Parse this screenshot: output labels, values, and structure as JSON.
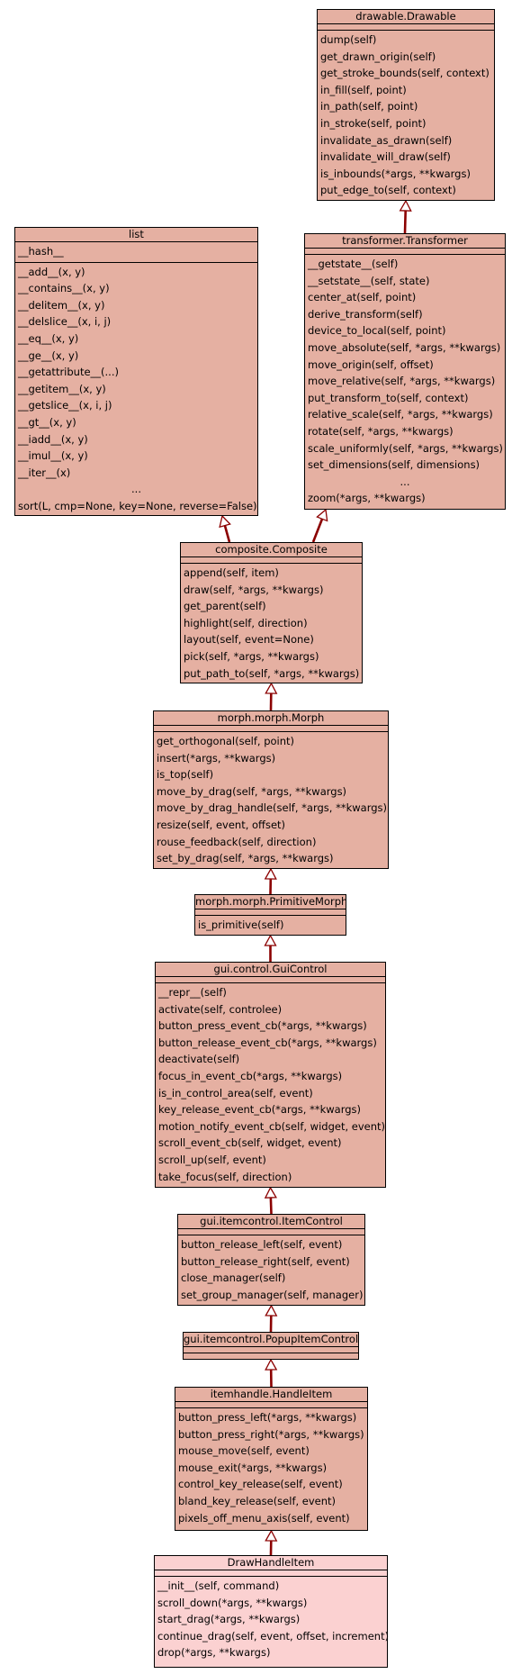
{
  "classes": [
    {
      "id": "drawable",
      "name": "drawable.Drawable",
      "methods": [
        "dump(self)",
        "get_drawn_origin(self)",
        "get_stroke_bounds(self, context)",
        "in_fill(self, point)",
        "in_path(self, point)",
        "in_stroke(self, point)",
        "invalidate_as_drawn(self)",
        "invalidate_will_draw(self)",
        "is_inbounds(*args, **kwargs)",
        "put_edge_to(self, context)"
      ]
    },
    {
      "id": "list",
      "name": "list",
      "attributes": [
        "__hash__"
      ],
      "methods": [
        "__add__(x, y)",
        "__contains__(x, y)",
        "__delitem__(x, y)",
        "__delslice__(x, i, j)",
        "__eq__(x, y)",
        "__ge__(x, y)",
        "__getattribute__(...)",
        "__getitem__(x, y)",
        "__getslice__(x, i, j)",
        "__gt__(x, y)",
        "__iadd__(x, y)",
        "__imul__(x, y)",
        "__iter__(x)",
        "...",
        "sort(L, cmp=None, key=None, reverse=False)"
      ]
    },
    {
      "id": "transformer",
      "name": "transformer.Transformer",
      "methods": [
        "__getstate__(self)",
        "__setstate__(self, state)",
        "center_at(self, point)",
        "derive_transform(self)",
        "device_to_local(self, point)",
        "move_absolute(self, *args, **kwargs)",
        "move_origin(self, offset)",
        "move_relative(self, *args, **kwargs)",
        "put_transform_to(self, context)",
        "relative_scale(self, *args, **kwargs)",
        "rotate(self, *args, **kwargs)",
        "scale_uniformly(self, *args, **kwargs)",
        "set_dimensions(self, dimensions)",
        "...",
        "zoom(*args, **kwargs)"
      ]
    },
    {
      "id": "composite",
      "name": "composite.Composite",
      "methods": [
        "append(self, item)",
        "draw(self, *args, **kwargs)",
        "get_parent(self)",
        "highlight(self, direction)",
        "layout(self, event=None)",
        "pick(self, *args, **kwargs)",
        "put_path_to(self, *args, **kwargs)"
      ]
    },
    {
      "id": "morph",
      "name": "morph.morph.Morph",
      "methods": [
        "get_orthogonal(self, point)",
        "insert(*args, **kwargs)",
        "is_top(self)",
        "move_by_drag(self, *args, **kwargs)",
        "move_by_drag_handle(self, *args, **kwargs)",
        "resize(self, event, offset)",
        "rouse_feedback(self, direction)",
        "set_by_drag(self, *args, **kwargs)"
      ]
    },
    {
      "id": "primitive",
      "name": "morph.morph.PrimitiveMorph",
      "methods": [
        "is_primitive(self)"
      ]
    },
    {
      "id": "guicontrol",
      "name": "gui.control.GuiControl",
      "methods": [
        "__repr__(self)",
        "activate(self, controlee)",
        "button_press_event_cb(*args, **kwargs)",
        "button_release_event_cb(*args, **kwargs)",
        "deactivate(self)",
        "focus_in_event_cb(*args, **kwargs)",
        "is_in_control_area(self, event)",
        "key_release_event_cb(*args, **kwargs)",
        "motion_notify_event_cb(self, widget, event)",
        "scroll_event_cb(self, widget, event)",
        "scroll_up(self, event)",
        "take_focus(self, direction)"
      ]
    },
    {
      "id": "itemcontrol",
      "name": "gui.itemcontrol.ItemControl",
      "methods": [
        "button_release_left(self, event)",
        "button_release_right(self, event)",
        "close_manager(self)",
        "set_group_manager(self, manager)"
      ]
    },
    {
      "id": "popup",
      "name": "gui.itemcontrol.PopupItemControl",
      "methods": []
    },
    {
      "id": "handleitem",
      "name": "itemhandle.HandleItem",
      "methods": [
        "button_press_left(*args, **kwargs)",
        "button_press_right(*args, **kwargs)",
        "mouse_move(self, event)",
        "mouse_exit(*args, **kwargs)",
        "control_key_release(self, event)",
        "bland_key_release(self, event)",
        "pixels_off_menu_axis(self, event)"
      ]
    },
    {
      "id": "drawhandle",
      "name": "DrawHandleItem",
      "leaf": true,
      "methods": [
        "__init__(self, command)",
        "scroll_down(*args, **kwargs)",
        "start_drag(*args, **kwargs)",
        "continue_drag(self, event, offset, increment)",
        "drop(*args, **kwargs)"
      ]
    }
  ],
  "edges": [
    {
      "from": "transformer",
      "to": "drawable",
      "type": "inheritance"
    },
    {
      "from": "composite",
      "to": "list",
      "type": "inheritance"
    },
    {
      "from": "composite",
      "to": "transformer",
      "type": "inheritance"
    },
    {
      "from": "morph",
      "to": "composite",
      "type": "inheritance"
    },
    {
      "from": "primitive",
      "to": "morph",
      "type": "inheritance"
    },
    {
      "from": "guicontrol",
      "to": "primitive",
      "type": "inheritance"
    },
    {
      "from": "itemcontrol",
      "to": "guicontrol",
      "type": "inheritance"
    },
    {
      "from": "popup",
      "to": "itemcontrol",
      "type": "inheritance"
    },
    {
      "from": "handleitem",
      "to": "popup",
      "type": "inheritance"
    },
    {
      "from": "drawhandle",
      "to": "handleitem",
      "type": "inheritance"
    }
  ],
  "colors": {
    "node": "#e5b0a2",
    "leaf_node": "#fbd1d1",
    "border": "#000000",
    "edge": "#8b0000"
  }
}
